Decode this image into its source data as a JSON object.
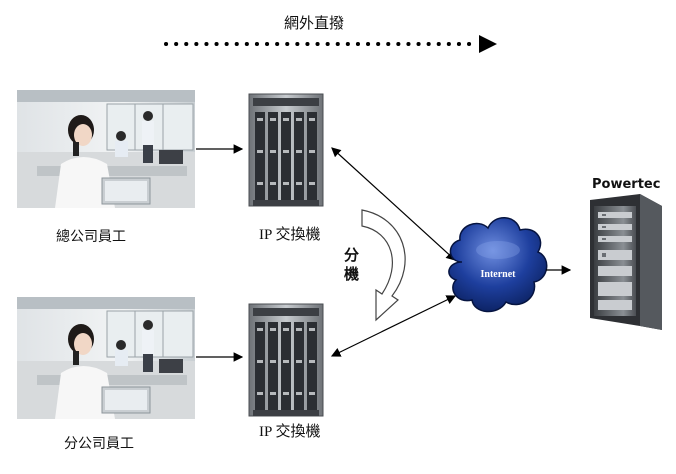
{
  "top_arrow": {
    "label": "網外直撥"
  },
  "nodes": {
    "hq_staff": {
      "label": "總公司員工",
      "icon": "office-worker-photo-icon"
    },
    "branch_staff": {
      "label": "分公司員工",
      "icon": "office-worker-photo-icon"
    },
    "ip_switch_top": {
      "label": "IP 交換機",
      "icon": "network-switch-rack-icon"
    },
    "ip_switch_bottom": {
      "label": "IP 交換機",
      "icon": "network-switch-rack-icon"
    },
    "internet": {
      "label": "Internet",
      "icon": "cloud-icon"
    },
    "server": {
      "label": "Powertec",
      "icon": "server-rack-icon"
    }
  },
  "extension_arrow": {
    "label_line1": "分",
    "label_line2": "機"
  },
  "colors": {
    "cloud_dark": "#0a1f5c",
    "cloud_mid": "#1e3f9e",
    "cloud_light": "#6f8ee0",
    "arrow": "#000000"
  }
}
